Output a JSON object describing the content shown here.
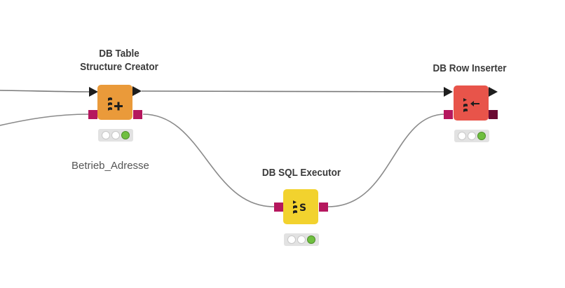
{
  "workflow": {
    "nodes": [
      {
        "id": "table-creator",
        "title_lines": [
          "DB Table",
          "Structure Creator"
        ],
        "annotation": "Betrieb_Adresse",
        "color": "#ea9a3a",
        "icon": "db-table-plus-icon",
        "status": "executed"
      },
      {
        "id": "row-inserter",
        "title_lines": [
          "DB Row Inserter"
        ],
        "annotation": "",
        "color": "#e8544a",
        "icon": "db-row-insert-arrow-icon",
        "status": "executed"
      },
      {
        "id": "sql-executor",
        "title_lines": [
          "DB SQL Executor"
        ],
        "annotation": "",
        "color": "#f2d22e",
        "icon": "db-sql-s-icon",
        "status": "executed"
      }
    ],
    "colors": {
      "db_port": "#b5175e",
      "db_port_dark": "#6b0a33",
      "connection": "#8a8a8a",
      "flow_port": "#1e1e1e",
      "status_green": "#6fbf3f"
    }
  }
}
